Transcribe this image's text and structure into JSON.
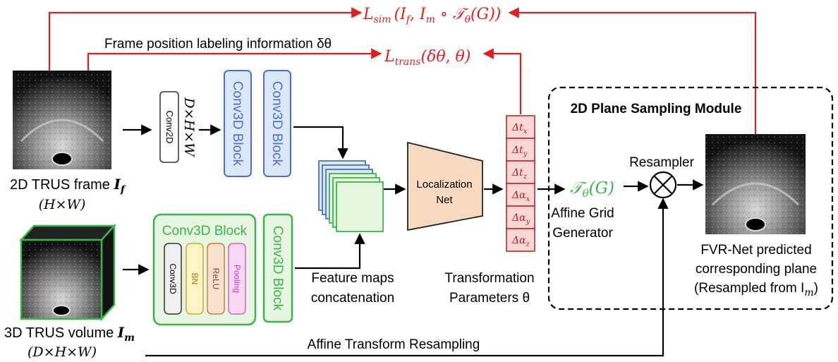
{
  "colors": {
    "red": "#e02020",
    "blue": "#4a72c4",
    "blue_fill": "#dce8f8",
    "green": "#3bb54a",
    "green_fill": "#e6f6e1",
    "param_fill": "#f8d7d7",
    "param_stroke": "#b02020",
    "yellow": "#fff4c7",
    "yellow_stroke": "#d0a830",
    "orange": "#f9e1cf",
    "orange_stroke": "#c87a40",
    "pink": "#f6d8f2",
    "pink_stroke": "#d060c8",
    "pink_text": "#c93cc0"
  },
  "loss": {
    "sim": "L",
    "sim_sub": "sim",
    "sim_args": "(I",
    "sim_args_f": "f",
    "sim_args_mid": ", I",
    "sim_args_m": "m",
    "sim_args_end": " ∘ 𝒯",
    "sim_args_theta": "θ",
    "sim_args_g": "(G))",
    "trans": "L",
    "trans_sub": "trans",
    "trans_args": "(δθ, θ)"
  },
  "labels": {
    "frame_position": "Frame position labeling information δθ",
    "frame_caption": "2D TRUS frame ",
    "frame_caption_sym": "I",
    "frame_caption_sub": "f",
    "frame_size": "(H×W)",
    "volume_caption": "3D TRUS volume ",
    "volume_caption_sym": "I",
    "volume_caption_sub": "m",
    "volume_size": "(D×H×W)",
    "conv2d": "Conv2D",
    "dhw": "D×H×W",
    "conv3d_block_1": "Conv3D Block",
    "conv3d_block_2": "Conv3D Block",
    "conv3d_block_green": "Conv3D Block",
    "conv3d_block_green_2": "Conv3D Block",
    "conv3d": "Conv3D",
    "bn": "BN",
    "relu": "ReLU",
    "pooling": "Pooling",
    "feature_maps_1": "Feature maps",
    "feature_maps_2": "concatenation",
    "localization_1": "Localization",
    "localization_2": "Net",
    "transformation_1": "Transformation",
    "transformation_2": "Parameters θ",
    "module_title": "2D Plane Sampling Module",
    "grid_symbol": "𝒯",
    "grid_theta": "θ",
    "grid_args": "(G)",
    "affine_1": "Affine Grid",
    "affine_2": "Generator",
    "resampler": "Resampler",
    "output_1": "FVR-Net predicted",
    "output_2": "corresponding plane",
    "output_3": "(Resampled from I",
    "output_3_sub": "m",
    "output_3_end": ")",
    "affine_resampling": "Affine Transform Resampling"
  },
  "params": [
    {
      "sym": "Δt",
      "sub": "x"
    },
    {
      "sym": "Δt",
      "sub": "y"
    },
    {
      "sym": "Δt",
      "sub": "z"
    },
    {
      "sym": "Δα",
      "sub": "x"
    },
    {
      "sym": "Δα",
      "sub": "y"
    },
    {
      "sym": "Δα",
      "sub": "z"
    }
  ]
}
